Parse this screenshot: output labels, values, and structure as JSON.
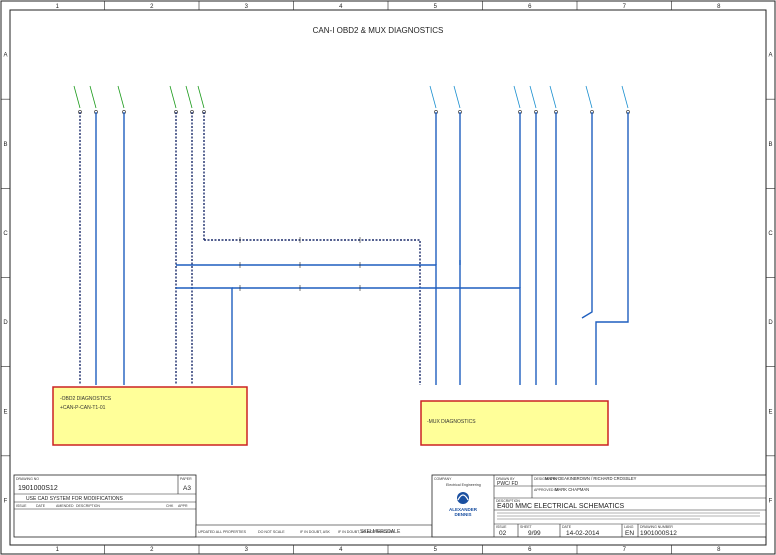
{
  "sheet": {
    "title": "CAN-I OBD2 & MUX DIAGNOSTICS",
    "col_labels": [
      "1",
      "2",
      "3",
      "4",
      "5",
      "6",
      "7",
      "8"
    ],
    "row_labels": [
      "A",
      "B",
      "C",
      "D",
      "E",
      "F"
    ]
  },
  "modules": {
    "left": {
      "line1": "-OBD2 DIAGNOSTICS",
      "line2": "+CAN-P-CAN-T1-01"
    },
    "right": {
      "line1": "-MUX DIAGNOSTICS"
    }
  },
  "left_block": {
    "drawing_no_label": "DRAWING NO",
    "drawing_no": "1901000S12",
    "paper_label": "PAPER",
    "paper_size": "A3",
    "description": "USE CAD SYSTEM FOR MODIFICATIONS",
    "rev_headers": [
      "ISSUE",
      "DATE",
      "AMENDED",
      "DESCRIPTION",
      "CHK",
      "APPR"
    ],
    "footer_notes": [
      "UPDATED ALL PROPERTIES",
      "DO NOT SCALE",
      "IF IN DOUBT, ASK",
      "IF IN DOUBT, DO NOT PROCEED",
      "SKELMERSDALE"
    ]
  },
  "right_block": {
    "company_label": "COMPANY",
    "company_sub": "Electrical Engineering",
    "logo_line1": "ALEXANDER",
    "logo_line2": "DENNIS",
    "drawn_label": "DRAWN BY",
    "drawn_by": "PWC/ FD",
    "designed_label": "DESIGNED BY",
    "designed_by": "MARK DEAKINBROWN / RICHARD CROSSLEY",
    "approved_label": "APPROVED BY",
    "approved_by": "MARK CHAPMAN",
    "title_label": "DESCRIPTION",
    "title": "E400 MMC ELECTRICAL SCHEMATICS",
    "issue_label": "ISSUE",
    "issue": "02",
    "sheet_label": "SHEET",
    "sheet": "9/99",
    "date_label": "DATE",
    "date": "14-02-2014",
    "lang_label": "LANG",
    "lang": "EN",
    "drawing_no_label": "DRAWING NUMBER",
    "drawing_no": "1901000S12"
  },
  "colors": {
    "wire": "#1f5fbf",
    "wire_dash": "#3aa0d8",
    "module_fill": "#ffff99",
    "module_border": "#cc2222",
    "tag_green": "#1a9a1a",
    "tag_cyan": "#1a8fcf"
  }
}
